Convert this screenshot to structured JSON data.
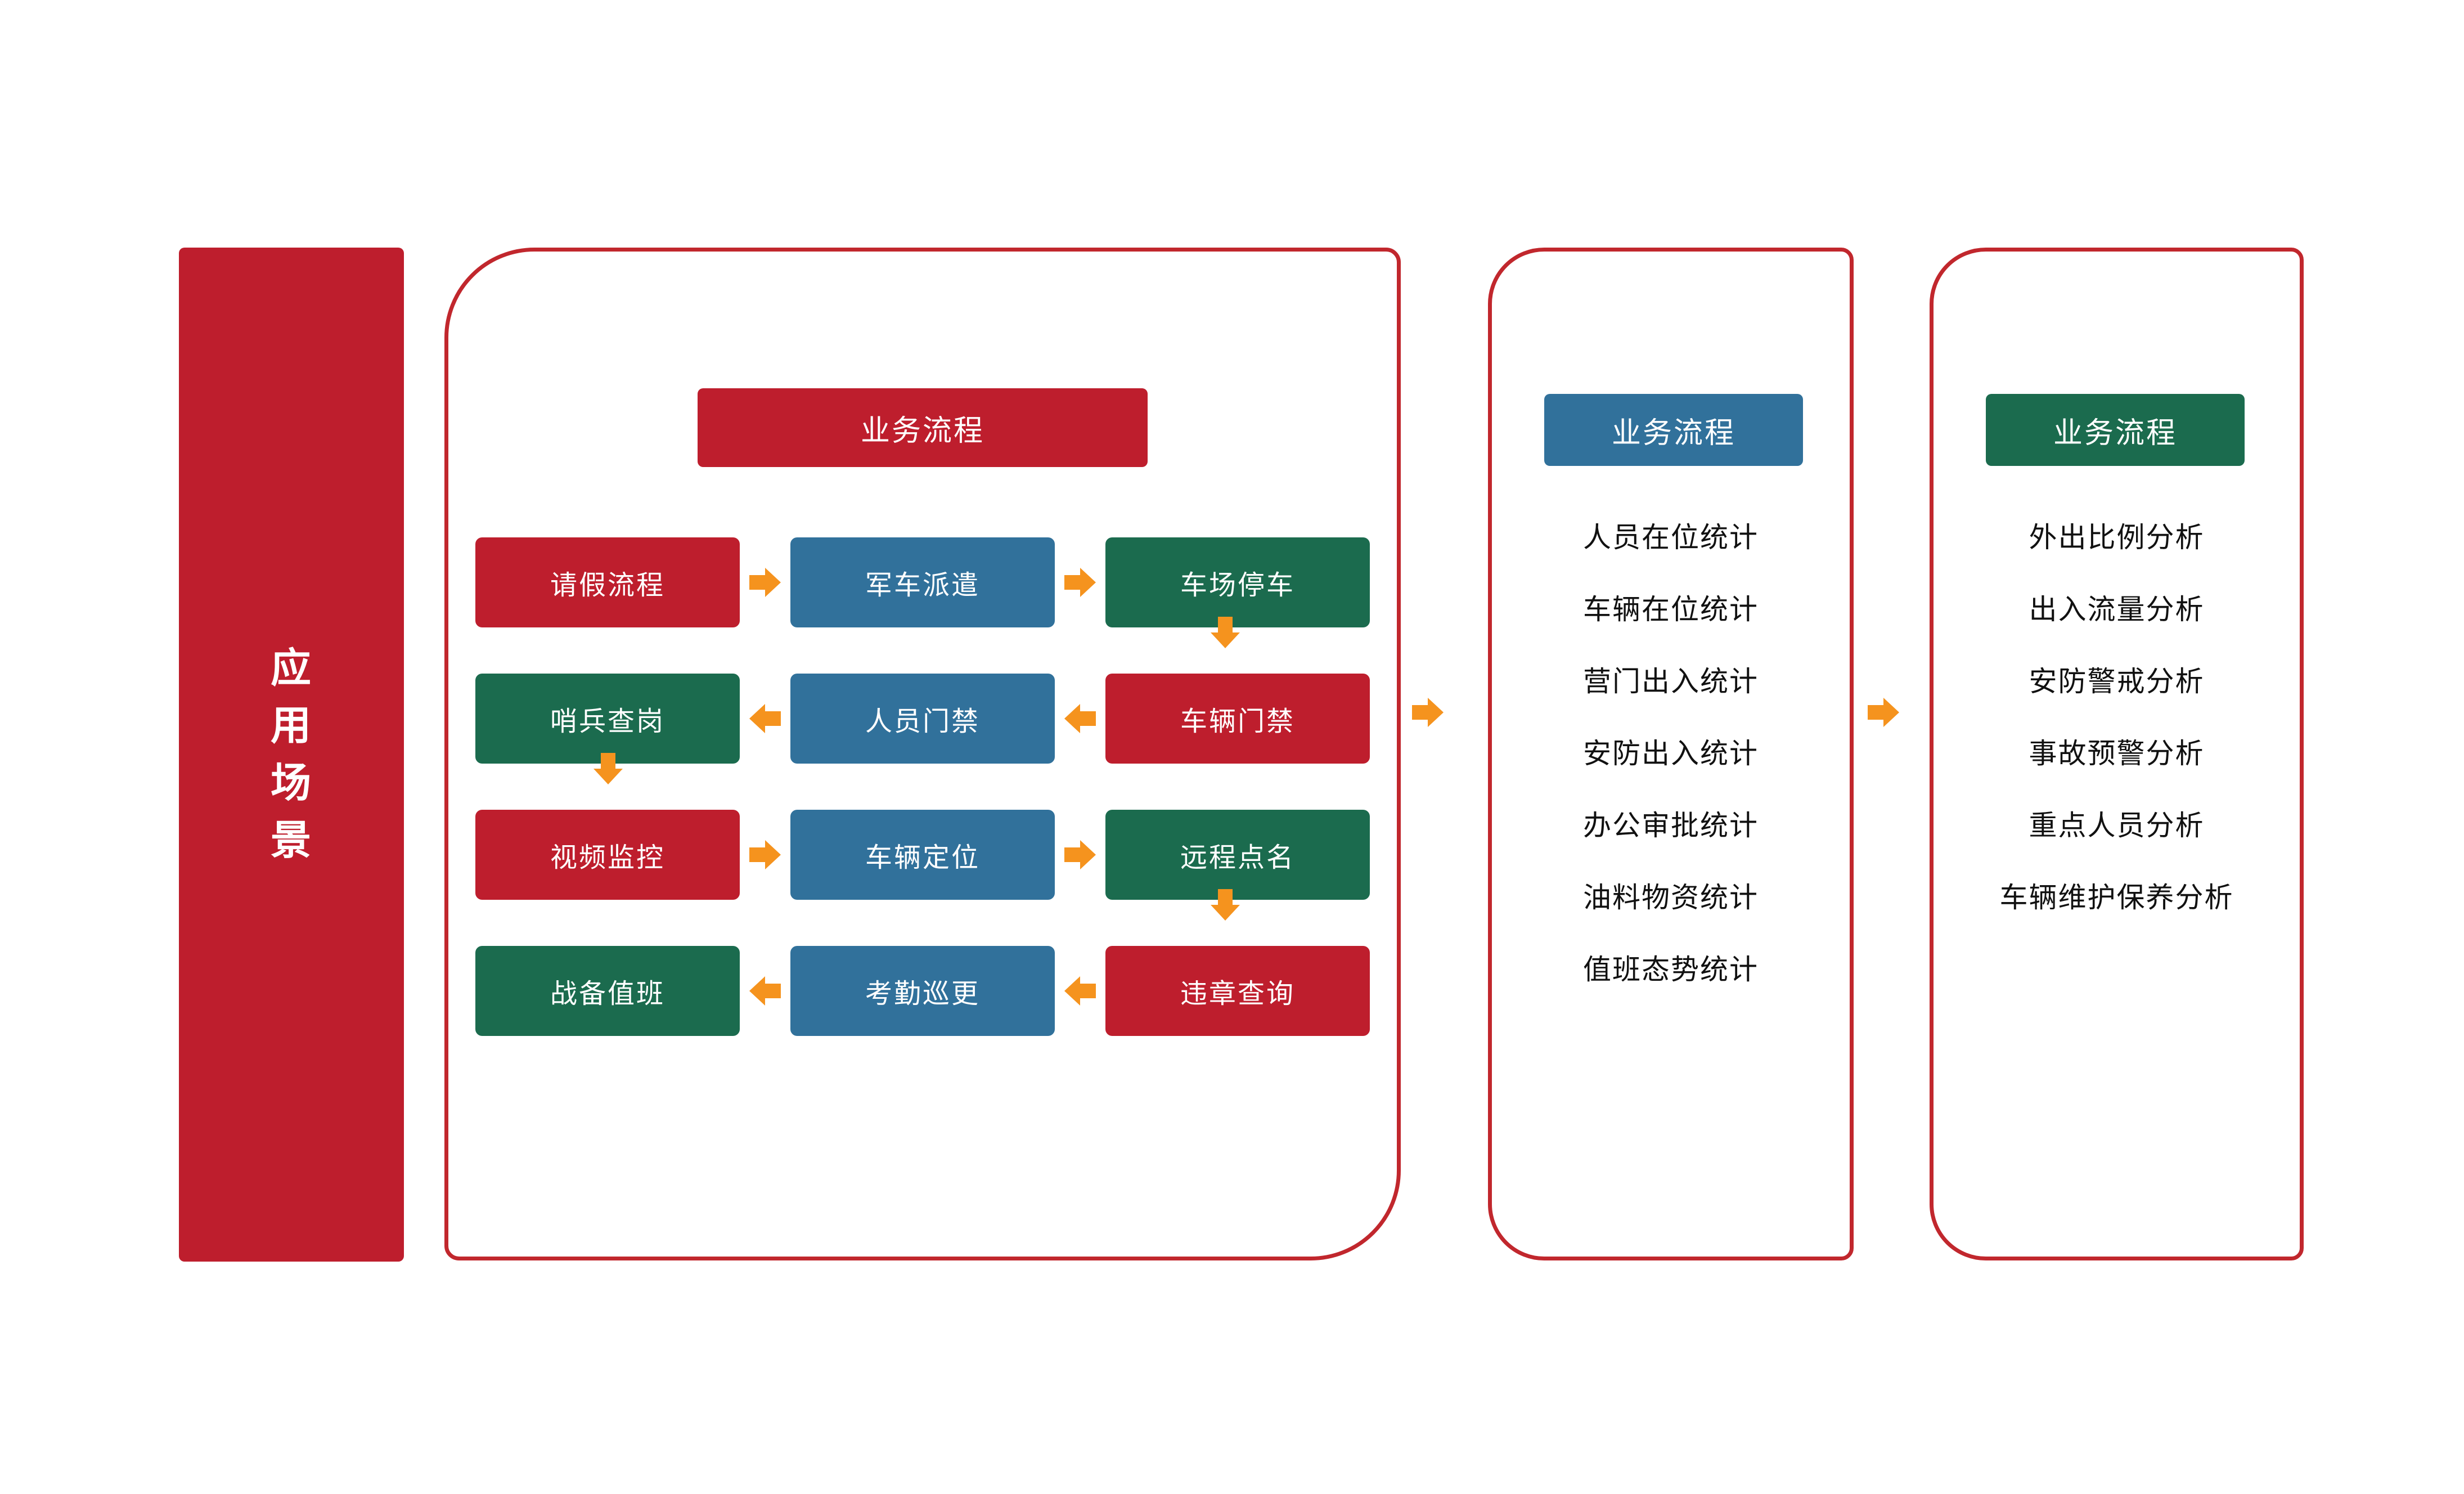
{
  "scene_bar": {
    "label": "应用场景",
    "chars": [
      "应",
      "用",
      "场",
      "景"
    ],
    "color": "#BE1E2D"
  },
  "palette": {
    "red": "#BE1E2D",
    "blue": "#31719B",
    "green": "#1B6B4E",
    "orange": "#F5931E",
    "panel_border": "#C1272D",
    "text_dark": "#111111",
    "text_light": "#FFFFFF"
  },
  "main_panel": {
    "header": "业务流程",
    "header_color": "#BE1E2D",
    "rows": [
      {
        "direction": "right",
        "boxes": [
          {
            "label": "请假流程",
            "color": "red"
          },
          {
            "label": "军车派遣",
            "color": "blue"
          },
          {
            "label": "车场停车",
            "color": "green"
          }
        ],
        "connector_1": "arrow-right-icon",
        "connector_2": "arrow-right-icon"
      },
      {
        "direction": "left",
        "boxes": [
          {
            "label": "哨兵查岗",
            "color": "green"
          },
          {
            "label": "人员门禁",
            "color": "blue"
          },
          {
            "label": "车辆门禁",
            "color": "red"
          }
        ],
        "connector_1": "arrow-left-icon",
        "connector_2": "arrow-left-icon"
      },
      {
        "direction": "right",
        "boxes": [
          {
            "label": "视频监控",
            "color": "red"
          },
          {
            "label": "车辆定位",
            "color": "blue"
          },
          {
            "label": "远程点名",
            "color": "green"
          }
        ],
        "connector_1": "arrow-right-icon",
        "connector_2": "arrow-right-icon"
      },
      {
        "direction": "left",
        "boxes": [
          {
            "label": "战备值班",
            "color": "green"
          },
          {
            "label": "考勤巡更",
            "color": "blue"
          },
          {
            "label": "违章查询",
            "color": "red"
          }
        ],
        "connector_1": "arrow-left-icon",
        "connector_2": "arrow-left-icon"
      }
    ],
    "vertical_connectors": [
      {
        "name": "arrow-down-icon",
        "from": "车场停车",
        "to": "车辆门禁"
      },
      {
        "name": "arrow-down-icon",
        "from": "哨兵查岗",
        "to": "视频监控"
      },
      {
        "name": "arrow-down-icon",
        "from": "远程点名",
        "to": "违章查询"
      }
    ]
  },
  "stats_panel": {
    "header": "业务流程",
    "header_color": "#31719B",
    "items": [
      "人员在位统计",
      "车辆在位统计",
      "营门出入统计",
      "安防出入统计",
      "办公审批统计",
      "油料物资统计",
      "值班态势统计"
    ]
  },
  "analysis_panel": {
    "header": "业务流程",
    "header_color": "#1B6B4E",
    "items": [
      "外出比例分析",
      "出入流量分析",
      "安防警戒分析",
      "事故预警分析",
      "重点人员分析",
      "车辆维护保养分析"
    ]
  },
  "panel_connectors": [
    {
      "name": "arrow-right-icon",
      "from": "main_panel",
      "to": "stats_panel"
    },
    {
      "name": "arrow-right-icon",
      "from": "stats_panel",
      "to": "analysis_panel"
    }
  ]
}
